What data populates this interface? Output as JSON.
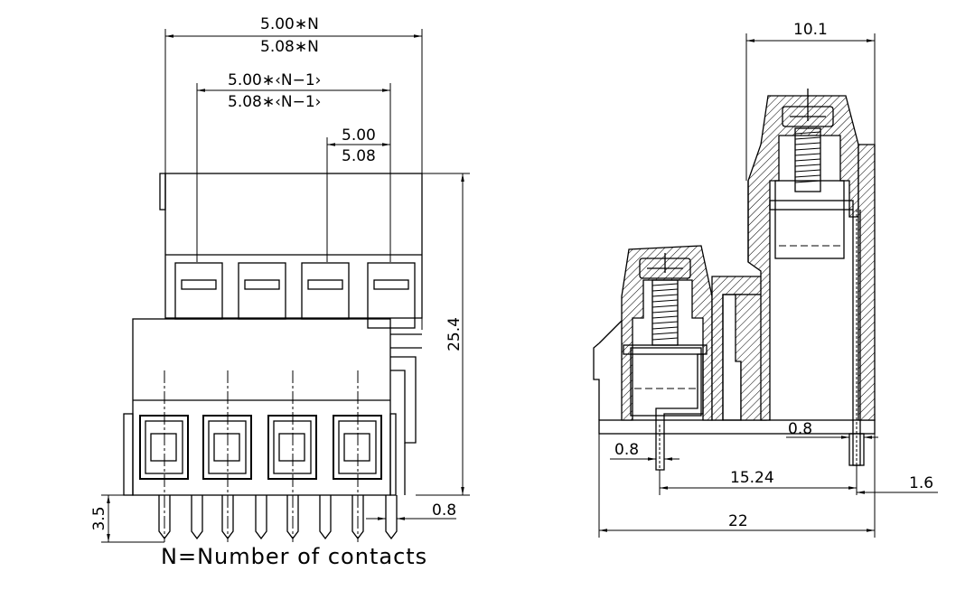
{
  "front_view": {
    "dim_total_pitch_500": "5.00∗N",
    "dim_total_pitch_508": "5.08∗N",
    "dim_span_pitch_500": "5.00∗‹N−1›",
    "dim_span_pitch_508": "5.08∗‹N−1›",
    "dim_pitch_500": "5.00",
    "dim_pitch_508": "5.08",
    "dim_height": "25.4",
    "dim_pin_length": "3.5",
    "dim_pin_width": "0.8",
    "caption": "N=Number of contacts"
  },
  "side_view": {
    "dim_top_width": "10.1",
    "dim_pin_thickness_left": "0.8",
    "dim_pin_thickness_right": "0.8",
    "dim_row_spacing": "15.24",
    "dim_offset": "1.6",
    "dim_total_depth": "22"
  }
}
